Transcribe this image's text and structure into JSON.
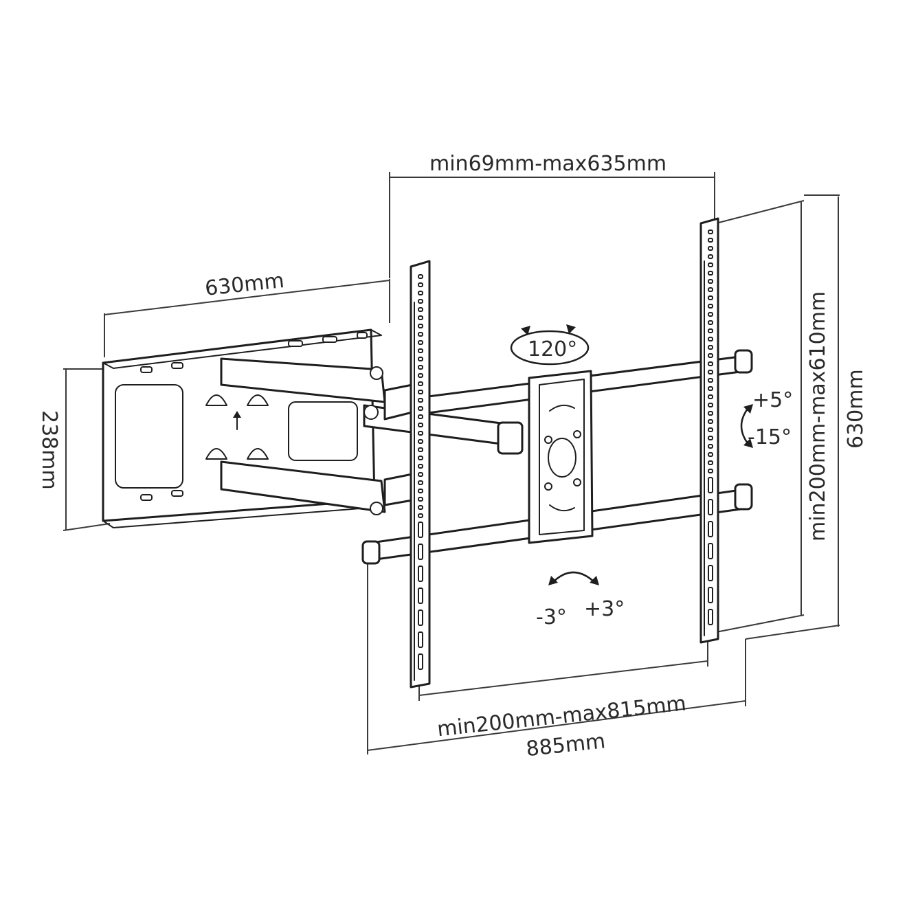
{
  "dimensions": {
    "wall_plate_width": "630mm",
    "wall_plate_height": "238mm",
    "distance_range": "min69mm-max635mm",
    "vesa_vertical": "min200mm-max610mm",
    "bracket_height": "630mm",
    "vesa_horizontal": "min200mm-max815mm",
    "total_width": "885mm"
  },
  "adjustments": {
    "swivel": "120°",
    "tilt_up": "+5°",
    "tilt_down": "-15°",
    "level_minus": "-3°",
    "level_plus": "+3°"
  }
}
